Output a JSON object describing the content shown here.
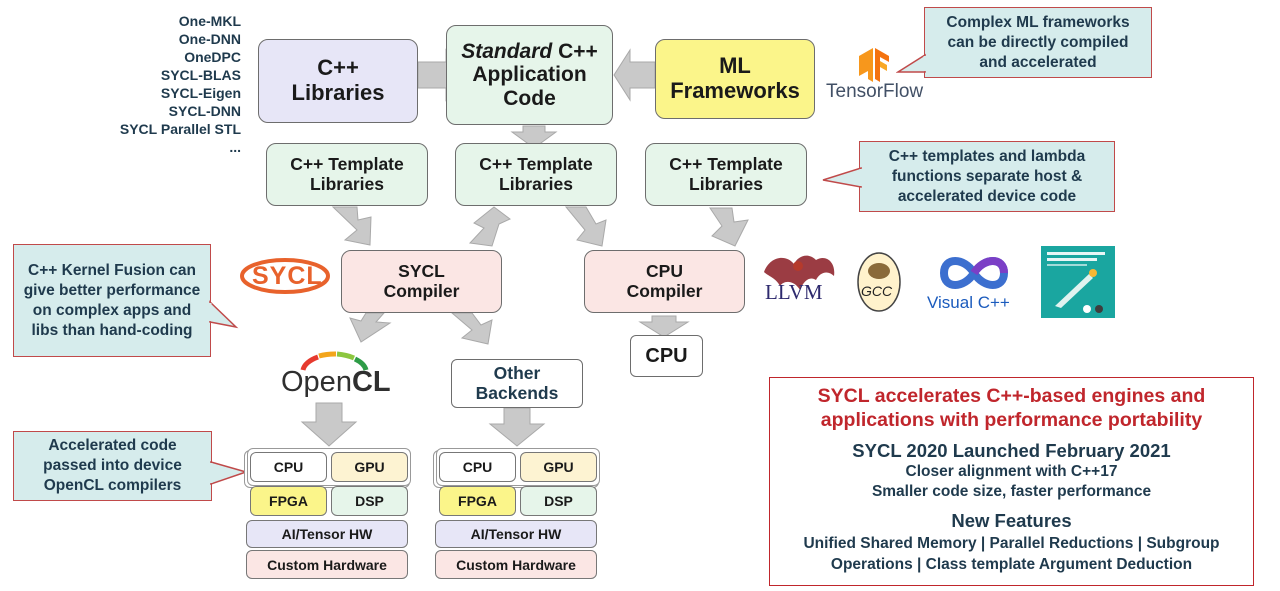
{
  "libs_list": [
    "One-MKL",
    "One-DNN",
    "OneDPC",
    "SYCL-BLAS",
    "SYCL-Eigen",
    "SYCL-DNN",
    "SYCL Parallel STL",
    "..."
  ],
  "boxes": {
    "cpp_libraries": "C++ Libraries",
    "standard_italic": "Standard",
    "standard_rest": " C++",
    "application_code": "Application Code",
    "ml_frameworks": "ML Frameworks",
    "template_lib_1": "C++ Template Libraries",
    "template_lib_2": "C++ Template Libraries",
    "template_lib_3": "C++ Template Libraries",
    "sycl_compiler": "SYCL Compiler",
    "cpu_compiler": "CPU Compiler",
    "cpu": "CPU",
    "other_backends": "Other Backends"
  },
  "notes": {
    "ml_note": "Complex ML frameworks can be directly compiled and accelerated",
    "templates_note": "C++ templates and lambda functions separate host & accelerated device code",
    "kernel_fusion_note": "C++ Kernel Fusion can give better performance on complex apps and libs than hand-coding",
    "accelerated_note": "Accelerated code passed into device OpenCL compilers"
  },
  "hardware": {
    "cpu": "CPU",
    "gpu": "GPU",
    "fpga": "FPGA",
    "dsp": "DSP",
    "ai": "AI/Tensor HW",
    "custom": "Custom Hardware"
  },
  "logos": {
    "tensorflow": "TensorFlow",
    "sycl": "SYCL",
    "opencl_open": "Open",
    "opencl_cl": "CL",
    "llvm": "LLVM",
    "gcc": "GCC",
    "visual_cpp": "Visual C++"
  },
  "summary": {
    "headline": "SYCL accelerates C++-based engines and applications with performance portability",
    "launched": "SYCL 2020 Launched February 2021",
    "line1": "Closer alignment with C++17",
    "line2": "Smaller code size, faster performance",
    "features_title": "New Features",
    "features": "Unified Shared Memory | Parallel Reductions | Subgroup Operations | Class template Argument Deduction"
  },
  "colors": {
    "lavender": "#e7e6f7",
    "mint": "#e6f5ea",
    "yellow": "#fbf58a",
    "pink": "#fbe6e4",
    "note_bg": "#d6ecec",
    "red": "#c0262c",
    "arrow": "#c9c9c9"
  }
}
